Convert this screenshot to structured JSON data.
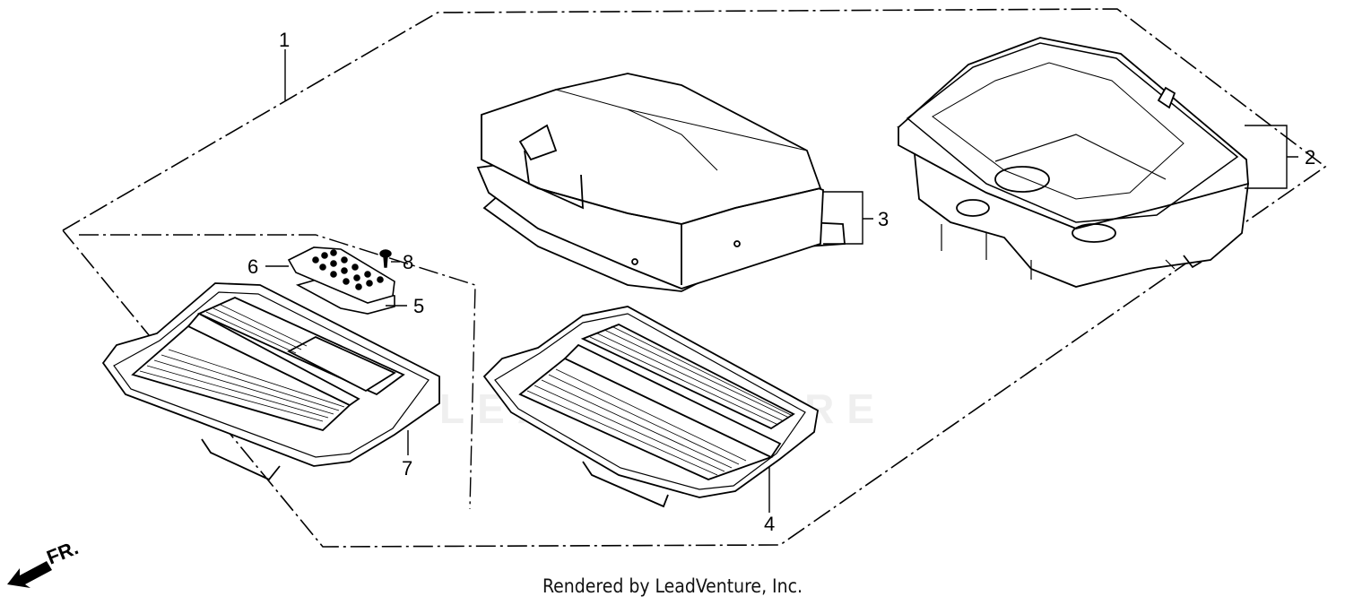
{
  "callouts": {
    "c1": "1",
    "c2": "2",
    "c3": "3",
    "c4": "4",
    "c5": "5",
    "c6": "6",
    "c7": "7",
    "c8": "8"
  },
  "direction_label": "FR.",
  "watermark_text": "LEADVENTURE",
  "footer_text": "Rendered by LeadVenture, Inc."
}
